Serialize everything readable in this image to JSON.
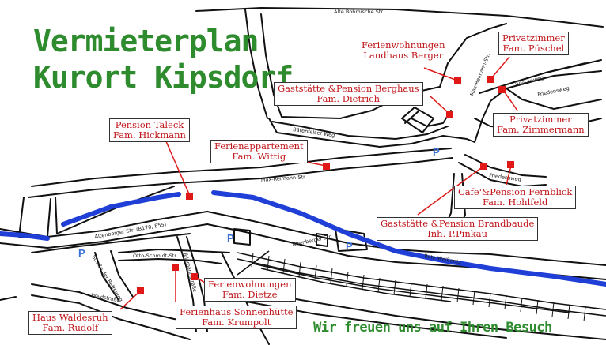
{
  "title": {
    "line1": "Vermieterplan",
    "line2": "Kurort Kipsdorf"
  },
  "slogan": "Wir freuen uns auf Ihren Besuch",
  "colors": {
    "title": "#2e8b2e",
    "labels": "#c0161a",
    "river": "#1f3fd6",
    "markers": "#e01818",
    "parking": "#3b6fd6"
  },
  "streets": {
    "alte_boehmische": "Alte Böhmische Str.",
    "baerenfelser": "Bärenfelser Weg",
    "max_reimann_str": "Max-Reimann-Str.",
    "max_reimann_vertical": "Max-Reimann-Str.",
    "wiesenweg": "Wiesenweg",
    "friedensweg_upper": "Friedensweg",
    "friedensweg": "Friedensweg",
    "altenberger_b170": "Altenberger Str. (B170, E55)",
    "altenberger": "Altenberger Str.",
    "otto_schmidt": "Otto-Schmidt-Str.",
    "strasse_der_befreiung": "Straße der Befreiung",
    "waldstrasse": "Waldstraße",
    "telemannstrasse": "Telemannstraße",
    "rote_weisseritz": "Rote Weißeritz"
  },
  "parking": [
    "P",
    "P",
    "P",
    "P"
  ],
  "labels": [
    {
      "line1": "Ferienwohnungen",
      "line2": "Landhaus Berger"
    },
    {
      "line1": "Privatzimmer",
      "line2": "Fam. Püschel"
    },
    {
      "line1": "Gaststätte &Pension Berghaus",
      "line2": "Fam. Dietrich"
    },
    {
      "line1": "Privatzimmer",
      "line2": "Fam. Zimmermann"
    },
    {
      "line1": "Pension Taleck",
      "line2": "Fam. Hickmann"
    },
    {
      "line1": "Ferienappartement",
      "line2": "Fam. Wittig"
    },
    {
      "line1": "Cafe'&Pension Fernblick",
      "line2": "Fam. Hohlfeld"
    },
    {
      "line1": "Gaststätte &Pension Brandbaude",
      "line2": "Inh. P.Pinkau"
    },
    {
      "line1": "Ferienwohnungen",
      "line2": "Fam. Dietze"
    },
    {
      "line1": "Haus Waldesruh",
      "line2": "Fam. Rudolf"
    },
    {
      "line1": "Ferienhaus Sonnenhütte",
      "line2": "Fam. Krumpolt"
    }
  ]
}
